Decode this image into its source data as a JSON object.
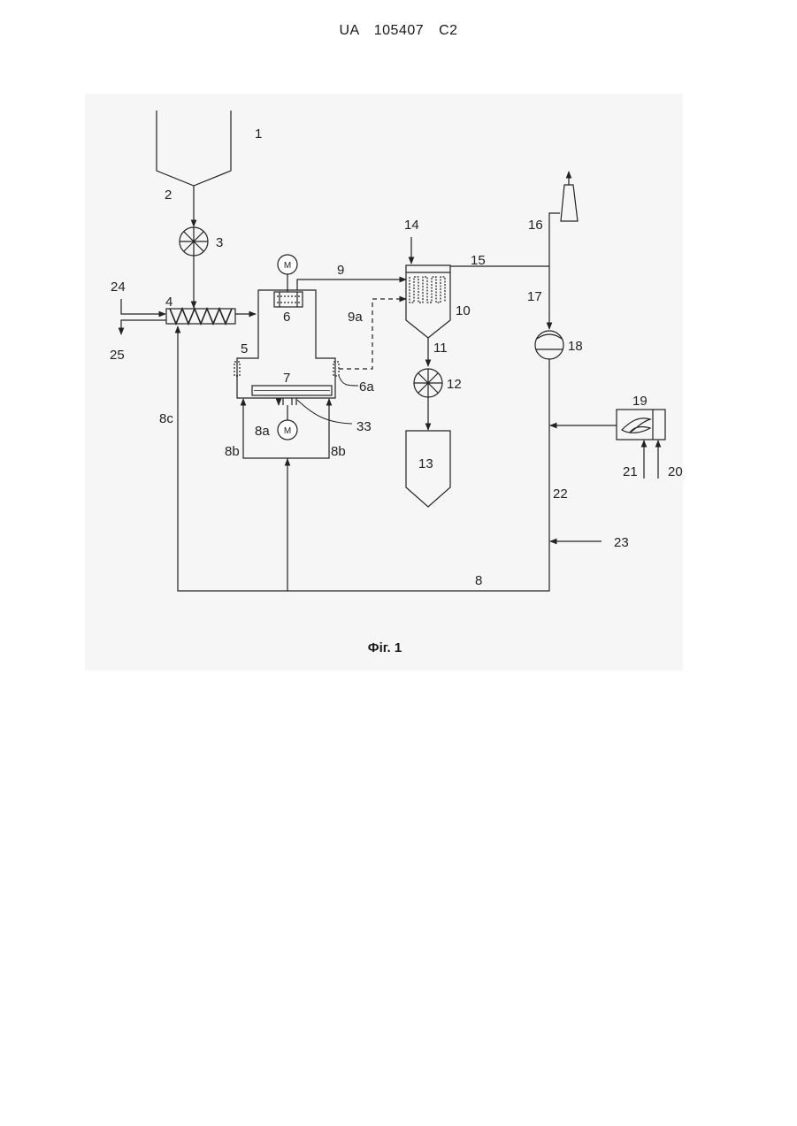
{
  "header": {
    "patent_number": "UA   105407   C2"
  },
  "figure": {
    "caption": "Фіг. 1"
  },
  "motor_symbol": "M",
  "labels": {
    "l1": "1",
    "l2": "2",
    "l3": "3",
    "l4": "4",
    "l5": "5",
    "l6": "6",
    "l6a": "6a",
    "l7": "7",
    "l8": "8",
    "l8a": "8a",
    "l8b_left": "8b",
    "l8b_right": "8b",
    "l8c": "8c",
    "l9": "9",
    "l9a": "9a",
    "l10": "10",
    "l11": "11",
    "l12": "12",
    "l13": "13",
    "l14": "14",
    "l15": "15",
    "l16": "16",
    "l17": "17",
    "l18": "18",
    "l19": "19",
    "l20": "20",
    "l21": "21",
    "l22": "22",
    "l23": "23",
    "l24": "24",
    "l25": "25",
    "l33": "33"
  }
}
